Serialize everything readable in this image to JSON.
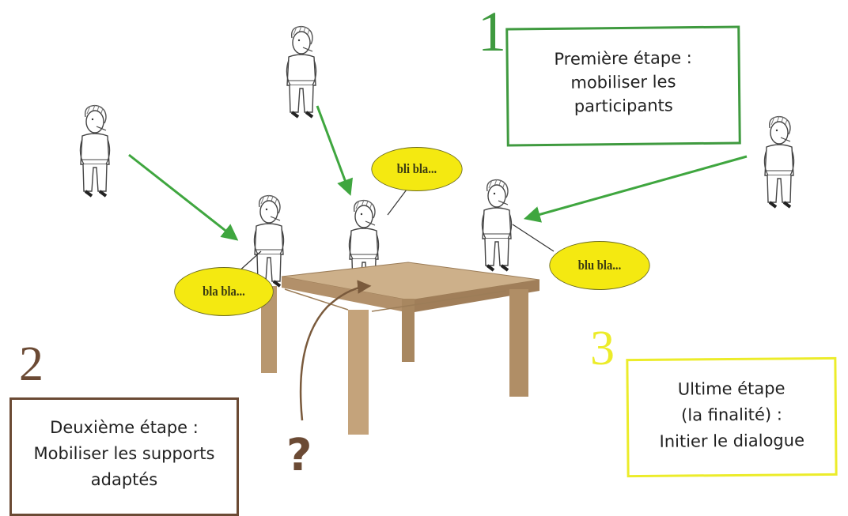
{
  "steps": [
    {
      "number": "1",
      "lines": [
        "Première étape :",
        "mobiliser les",
        "participants"
      ],
      "color": "#3f9a3f"
    },
    {
      "number": "2",
      "lines": [
        "Deuxième étape :",
        "Mobiliser les supports",
        "adaptés"
      ],
      "color": "#6b4a34"
    },
    {
      "number": "3",
      "lines": [
        "Ultime étape",
        "(la finalité) :",
        "Initier le dialogue"
      ],
      "color": "#ecec2a"
    }
  ],
  "bubbles": [
    "bla bla...",
    "bli bla...",
    "blu bla..."
  ],
  "question_mark": "?",
  "colors": {
    "bubble_fill": "#f4e911",
    "arrow_green": "#3fa63f",
    "arrow_brown": "#7a5a3c",
    "table": "#c7a77e"
  }
}
